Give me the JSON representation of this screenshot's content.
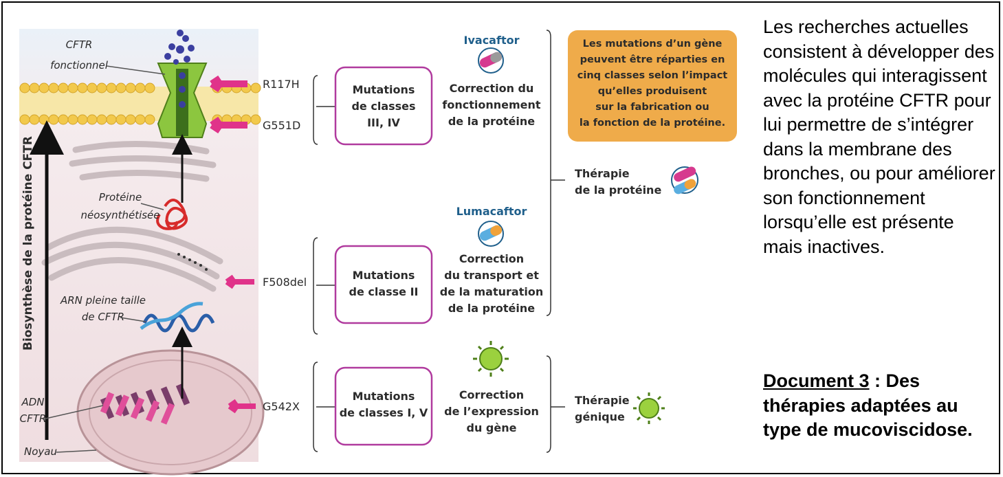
{
  "diagram": {
    "axis_label": "Biosynthèse de la protéine CFTR",
    "labels": {
      "cftr_fonctionnel_1": "CFTR",
      "cftr_fonctionnel_2": "fonctionnel",
      "proteine_1": "Protéine",
      "proteine_2": "néosynthétisée",
      "arn_1": "ARN pleine taille",
      "arn_2": "de CFTR",
      "adn_1": "ADN",
      "adn_2": "CFTR",
      "noyau": "Noyau"
    },
    "mutations": [
      "R117H",
      "G551D",
      "F508del",
      "G542X"
    ],
    "classes": {
      "c1_l1": "Mutations",
      "c1_l2": "de classes",
      "c1_l3": "III, IV",
      "c2_l1": "Mutations",
      "c2_l2": "de classe II",
      "c3_l1": "Mutations",
      "c3_l2": "de classes I, V"
    },
    "drugs": {
      "ivacaftor": "Ivacaftor",
      "lumacaftor": "Lumacaftor"
    },
    "corrections": {
      "c1_l1": "Correction du",
      "c1_l2": "fonctionnement",
      "c1_l3": "de la protéine",
      "c2_l1": "Correction",
      "c2_l2": "du transport et",
      "c2_l3": "de la maturation",
      "c2_l4": "de la protéine",
      "c3_l1": "Correction",
      "c3_l2": "de l’expression",
      "c3_l3": "du gène"
    },
    "therapies": {
      "prot_l1": "Thérapie",
      "prot_l2": "de la protéine",
      "gene_l1": "Thérapie",
      "gene_l2": "génique"
    },
    "info_box": {
      "l1": "Les mutations d’un gène",
      "l2": "peuvent être réparties en",
      "l3": "cinq classes selon l’impact",
      "l4": "qu’elles produisent",
      "l5": "sur la fabrication ou",
      "l6": "la fonction de la protéine."
    },
    "colors": {
      "membrane": "#f2c94c",
      "channel": "#8cc63f",
      "mutation_arrow": "#e0338a",
      "class_box_border": "#b03a9e",
      "info_box": "#efab4a",
      "drug_name": "#1f5f8b",
      "cell_bg": "#f3e4e6"
    }
  },
  "side": {
    "paragraph": "Les recherches actuelles consistent à développer des molécules qui interagissent avec la protéine CFTR pour lui permettre de s’intégrer dans la membrane des bronches, ou pour améliorer son fonctionnement lorsqu’elle est présente mais inactives.",
    "doc_label": "Document 3",
    "doc_title": " : Des thérapies adaptées au type de mucoviscidose."
  }
}
